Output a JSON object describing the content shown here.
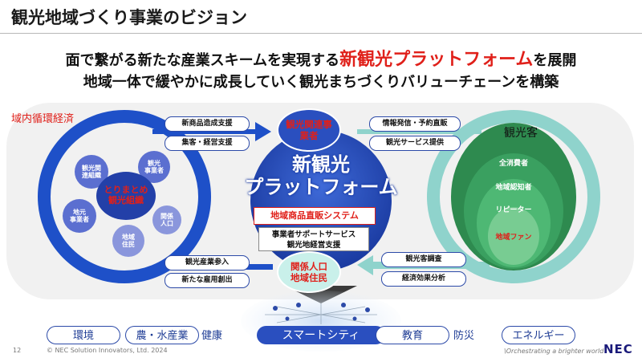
{
  "header": {
    "title": "観光地域づくり事業のビジョン"
  },
  "lead": {
    "line1_prefix": "面で繋がる新たな産業スキームを実現する",
    "line1_highlight": "新観光プラットフォーム",
    "line1_suffix": "を展開",
    "line2": "地域一体で緩やかに成長していく観光まちづくりバリューチェーンを構築"
  },
  "region_label": "域内循環経済",
  "left_cluster": {
    "center_label": "とりまとめ\n観光組織",
    "nodes": [
      {
        "label": "観光関\n連組織"
      },
      {
        "label": "観光\n事業者"
      },
      {
        "label": "関係\n人口"
      },
      {
        "label": "地域\n住民"
      },
      {
        "label": "地元\n事業者"
      }
    ]
  },
  "flows": {
    "top_left": [
      "新商品造成支援",
      "集客・経営支援"
    ],
    "top_right": [
      "情報発信・予約直販",
      "観光サービス提供"
    ],
    "bottom_right": [
      "観光客調査",
      "経済効果分析"
    ],
    "bottom_left": [
      "観光産業参入",
      "新たな雇用創出"
    ]
  },
  "top_node": {
    "label": "観光関連事\n業者"
  },
  "bottom_node": {
    "label": "関係人口\n地域住民"
  },
  "platform": {
    "title": "新観光\nプラットフォーム",
    "system_box": "地域商品直販システム",
    "support_box": "事業者サポートサービス\n観光地経営支援"
  },
  "visitors": {
    "label": "観光客",
    "rings": [
      "全消費者",
      "地域認知者",
      "リピーター",
      "地域ファン"
    ]
  },
  "smart_city": {
    "center": "スマートシティ",
    "domains": [
      "環境",
      "農・水産業",
      "健康",
      "教育",
      "防災",
      "エネルギー"
    ]
  },
  "footer": {
    "page_number": "12",
    "copyright": "© NEC Solution Innovators, Ltd. 2024",
    "tagline": "\\Orchestrating a brighter world",
    "brand": "NEC"
  },
  "colors": {
    "accent_red": "#e0201a",
    "primary_blue": "#1f45b5",
    "teal": "#7fcbc4",
    "green": "#3a9a5a",
    "region_bg": "#f1f1f1"
  }
}
